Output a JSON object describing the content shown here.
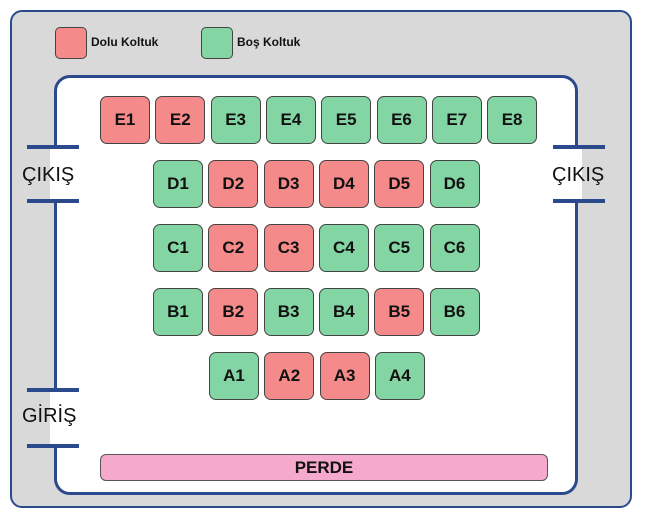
{
  "legend": {
    "occupied_label": "Dolu Koltuk",
    "empty_label": "Boş Koltuk"
  },
  "colors": {
    "occupied": "#f48a8a",
    "empty": "#84d5a4",
    "screen": "#f5a9cc",
    "frame": "#2b4a8c"
  },
  "doors": {
    "exit_left": "ÇIKIŞ",
    "exit_right": "ÇIKIŞ",
    "entrance": "GİRİŞ"
  },
  "screen_label": "PERDE",
  "rows": [
    {
      "row": "E",
      "seats": [
        {
          "label": "E1",
          "status": "occupied"
        },
        {
          "label": "E2",
          "status": "occupied"
        },
        {
          "label": "E3",
          "status": "empty"
        },
        {
          "label": "E4",
          "status": "empty"
        },
        {
          "label": "E5",
          "status": "empty"
        },
        {
          "label": "E6",
          "status": "empty"
        },
        {
          "label": "E7",
          "status": "empty"
        },
        {
          "label": "E8",
          "status": "empty"
        }
      ]
    },
    {
      "row": "D",
      "seats": [
        {
          "label": "D1",
          "status": "empty"
        },
        {
          "label": "D2",
          "status": "occupied"
        },
        {
          "label": "D3",
          "status": "occupied"
        },
        {
          "label": "D4",
          "status": "occupied"
        },
        {
          "label": "D5",
          "status": "occupied"
        },
        {
          "label": "D6",
          "status": "empty"
        }
      ]
    },
    {
      "row": "C",
      "seats": [
        {
          "label": "C1",
          "status": "empty"
        },
        {
          "label": "C2",
          "status": "occupied"
        },
        {
          "label": "C3",
          "status": "occupied"
        },
        {
          "label": "C4",
          "status": "empty"
        },
        {
          "label": "C5",
          "status": "empty"
        },
        {
          "label": "C6",
          "status": "empty"
        }
      ]
    },
    {
      "row": "B",
      "seats": [
        {
          "label": "B1",
          "status": "empty"
        },
        {
          "label": "B2",
          "status": "occupied"
        },
        {
          "label": "B3",
          "status": "empty"
        },
        {
          "label": "B4",
          "status": "empty"
        },
        {
          "label": "B5",
          "status": "occupied"
        },
        {
          "label": "B6",
          "status": "empty"
        }
      ]
    },
    {
      "row": "A",
      "seats": [
        {
          "label": "A1",
          "status": "empty"
        },
        {
          "label": "A2",
          "status": "occupied"
        },
        {
          "label": "A3",
          "status": "occupied"
        },
        {
          "label": "A4",
          "status": "empty"
        }
      ]
    }
  ]
}
